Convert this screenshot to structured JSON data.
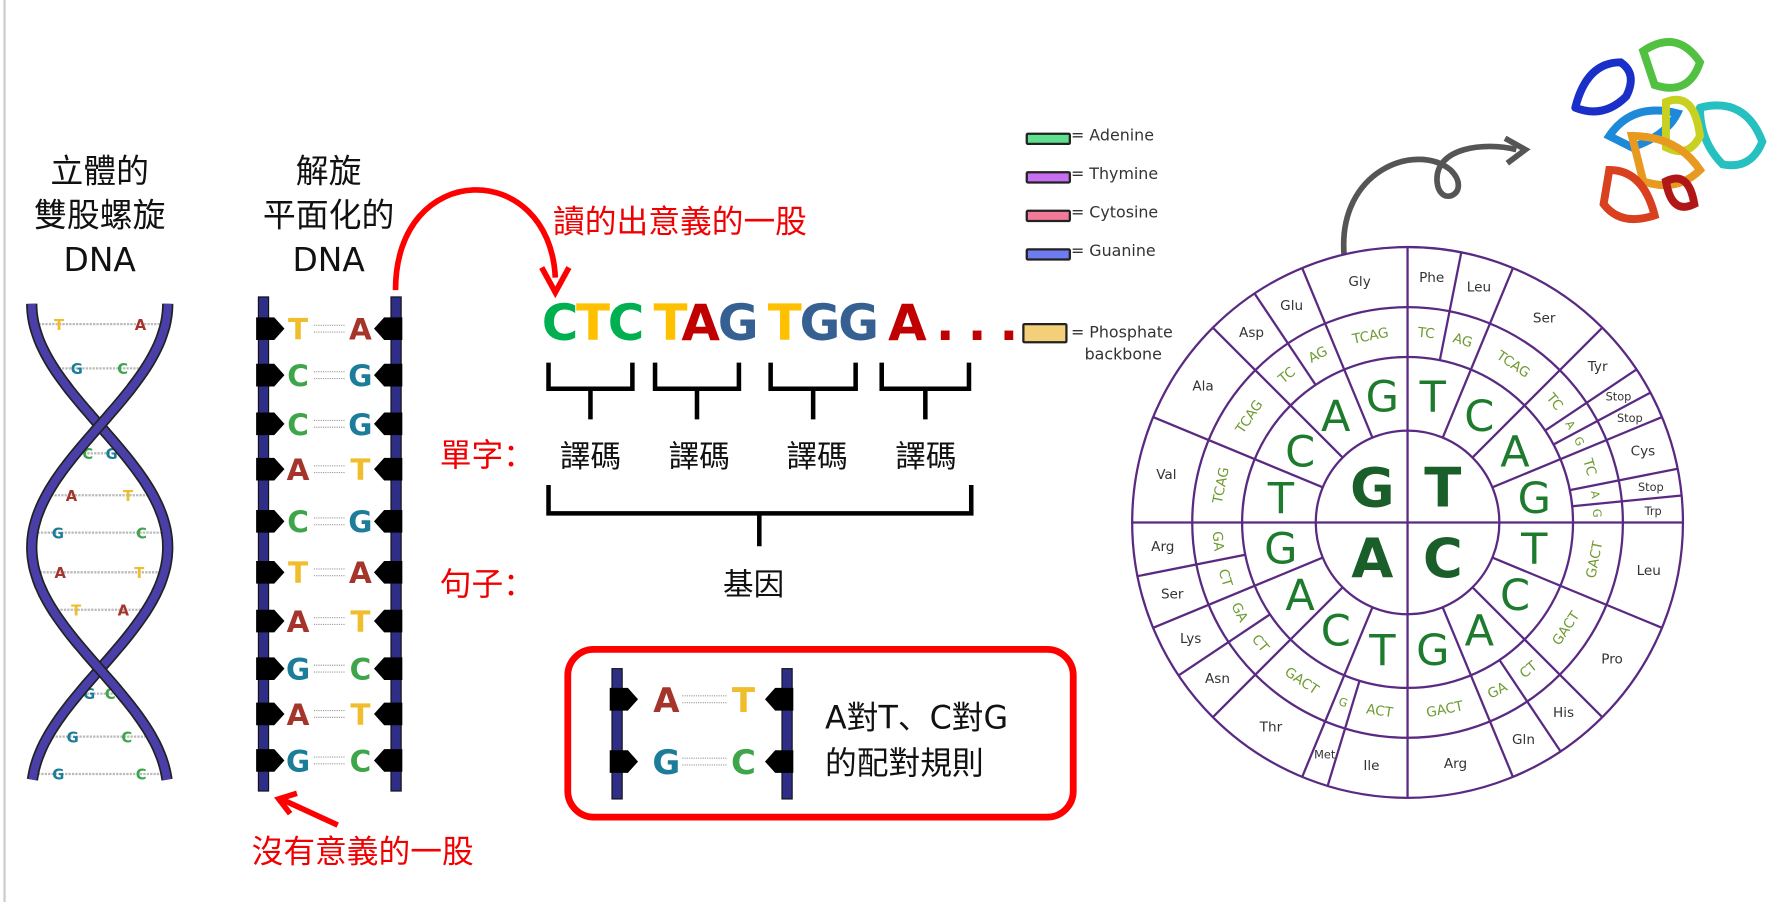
{
  "titles": {
    "helix": [
      "立體的",
      "雙股螺旋",
      "DNA"
    ],
    "flat": [
      "解旋",
      "平面化的",
      "DNA"
    ]
  },
  "labels": {
    "meaningful_strand": "讀的出意義的一股",
    "meaningless_strand": "沒有意義的一股",
    "word_label": "單字：",
    "sentence_label": "句子：",
    "codon_word": "譯碼",
    "gene": "基因",
    "rule_line1": "A對T、C對G",
    "rule_line2": "的配對規則"
  },
  "sequence": {
    "codons": [
      [
        {
          "b": "C"
        },
        {
          "b": "T"
        },
        {
          "b": "C"
        }
      ],
      [
        {
          "b": "T"
        },
        {
          "b": "A"
        },
        {
          "b": "G"
        }
      ],
      [
        {
          "b": "T"
        },
        {
          "b": "G"
        },
        {
          "b": "G"
        }
      ],
      [
        {
          "b": "A"
        }
      ]
    ],
    "ellipsis": ". . ."
  },
  "base_colors_sequence": {
    "A": "#c00000",
    "T": "#ffc000",
    "C": "#00b050",
    "G": "#376092"
  },
  "base_colors_ladder": {
    "A": "#a5342a",
    "T": "#f0bd2c",
    "C": "#3ea54a",
    "G": "#1b7d99"
  },
  "helix_pairs": [
    [
      "T",
      "A"
    ],
    [
      "G",
      "C"
    ],
    [
      "C",
      "G"
    ],
    [
      "A",
      "T"
    ],
    [
      "G",
      "C"
    ],
    [
      "A",
      "T"
    ],
    [
      "T",
      "A"
    ],
    [
      "G",
      "C"
    ],
    [
      "G",
      "C"
    ],
    [
      "G",
      "C"
    ]
  ],
  "ladder_pairs": [
    [
      "T",
      "A"
    ],
    [
      "C",
      "G"
    ],
    [
      "C",
      "G"
    ],
    [
      "A",
      "T"
    ],
    [
      "C",
      "G"
    ],
    [
      "T",
      "A"
    ],
    [
      "A",
      "T"
    ],
    [
      "G",
      "C"
    ],
    [
      "A",
      "T"
    ],
    [
      "G",
      "C"
    ]
  ],
  "rule_pairs": [
    [
      "A",
      "T"
    ],
    [
      "G",
      "C"
    ]
  ],
  "legend": [
    {
      "label": "= Adenine",
      "color": "#5ee08e"
    },
    {
      "label": "= Thymine",
      "color": "#c86ef0"
    },
    {
      "label": "= Cytosine",
      "color": "#f07a98"
    },
    {
      "label": "= Guanine",
      "color": "#6e7cf0"
    }
  ],
  "legend_backbone": {
    "label1": "= Phosphate",
    "label2": "backbone",
    "color": "#f4cf7a"
  },
  "wheel": {
    "line_color": "#5a2a82",
    "first_color": "#1a5e2a",
    "second_color": "#1e7b2e",
    "third_color": "#6e9a30",
    "aa_color": "#333",
    "quadrants": [
      {
        "first": "T",
        "second": [
          {
            "letter": "T",
            "third": [
              {
                "codes": "TC",
                "aa": "Phe"
              },
              {
                "codes": "AG",
                "aa": "Leu"
              }
            ]
          },
          {
            "letter": "C",
            "third": [
              {
                "codes": "TCAG",
                "aa": "Ser"
              }
            ]
          },
          {
            "letter": "A",
            "third": [
              {
                "codes": "TC",
                "aa": "Tyr"
              },
              {
                "codes": "A",
                "aa": "Stop"
              },
              {
                "codes": "G",
                "aa": "Stop"
              }
            ]
          },
          {
            "letter": "G",
            "third": [
              {
                "codes": "TC",
                "aa": "Cys"
              },
              {
                "codes": "A",
                "aa": "Stop"
              },
              {
                "codes": "G",
                "aa": "Trp"
              }
            ]
          }
        ]
      },
      {
        "first": "C",
        "second": [
          {
            "letter": "T",
            "third": [
              {
                "codes": "GACT",
                "aa": "Leu"
              }
            ]
          },
          {
            "letter": "C",
            "third": [
              {
                "codes": "GACT",
                "aa": "Pro"
              }
            ]
          },
          {
            "letter": "A",
            "third": [
              {
                "codes": "CT",
                "aa": "His"
              },
              {
                "codes": "GA",
                "aa": "Gln"
              }
            ]
          },
          {
            "letter": "G",
            "third": [
              {
                "codes": "GACT",
                "aa": "Arg"
              }
            ]
          }
        ]
      },
      {
        "first": "A",
        "second": [
          {
            "letter": "T",
            "third": [
              {
                "codes": "ACT",
                "aa": "Ile"
              },
              {
                "codes": "G",
                "aa": "Met"
              }
            ]
          },
          {
            "letter": "C",
            "third": [
              {
                "codes": "GACT",
                "aa": "Thr"
              }
            ]
          },
          {
            "letter": "A",
            "third": [
              {
                "codes": "CT",
                "aa": "Asn"
              },
              {
                "codes": "GA",
                "aa": "Lys"
              }
            ]
          },
          {
            "letter": "G",
            "third": [
              {
                "codes": "CT",
                "aa": "Ser"
              },
              {
                "codes": "GA",
                "aa": "Arg"
              }
            ]
          }
        ]
      },
      {
        "first": "G",
        "second": [
          {
            "letter": "T",
            "third": [
              {
                "codes": "TCAG",
                "aa": "Val"
              }
            ]
          },
          {
            "letter": "C",
            "third": [
              {
                "codes": "TCAG",
                "aa": "Ala"
              }
            ]
          },
          {
            "letter": "A",
            "third": [
              {
                "codes": "TC",
                "aa": "Asp"
              },
              {
                "codes": "AG",
                "aa": "Glu"
              }
            ]
          },
          {
            "letter": "G",
            "third": [
              {
                "codes": "TCAG",
                "aa": "Gly"
              }
            ]
          }
        ]
      }
    ]
  }
}
